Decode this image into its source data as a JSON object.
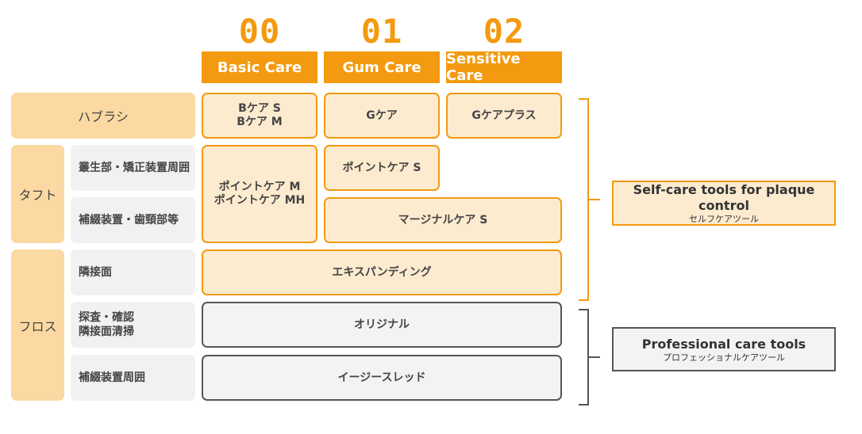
{
  "columns": [
    {
      "number": "00",
      "title": "Basic Care"
    },
    {
      "number": "01",
      "title": "Gum Care"
    },
    {
      "number": "02",
      "title": "Sensitive Care"
    }
  ],
  "categories": {
    "toothbrush": "ハブラシ",
    "tuft": "タフト",
    "floss": "フロス"
  },
  "subcategories": {
    "tuft_1": "叢生部・矯正装置周囲",
    "tuft_2": "補綴装置・歯頸部等",
    "floss_1": "隣接面",
    "floss_2_line1": "探査・確認",
    "floss_2_line2": "隣接面清掃",
    "floss_3": "補綴装置周囲"
  },
  "products": {
    "basic_brush_1": "Bケア S",
    "basic_brush_2": "Bケア M",
    "gum_brush": "Gケア",
    "sensitive_brush": "Gケアプラス",
    "point_care_1": "ポイントケア M",
    "point_care_2": "ポイントケア MH",
    "point_care_s": "ポイントケア S",
    "marginal_care": "マージナルケア S",
    "expanding": "エキスパンディング",
    "original": "オリジナル",
    "easy_thread": "イージースレッド"
  },
  "labels": {
    "self_care_main": "Self-care tools for plaque control",
    "self_care_sub": "セルフケアツール",
    "pro_care_main": "Professional care tools",
    "pro_care_sub": "プロフェッショナルケアツール"
  },
  "colors": {
    "accent": "#f39a10",
    "orange_light": "#fdebcf",
    "orange_category": "#fcd9a3",
    "gray_fill": "#f3f3f3",
    "gray_border": "#555555"
  }
}
